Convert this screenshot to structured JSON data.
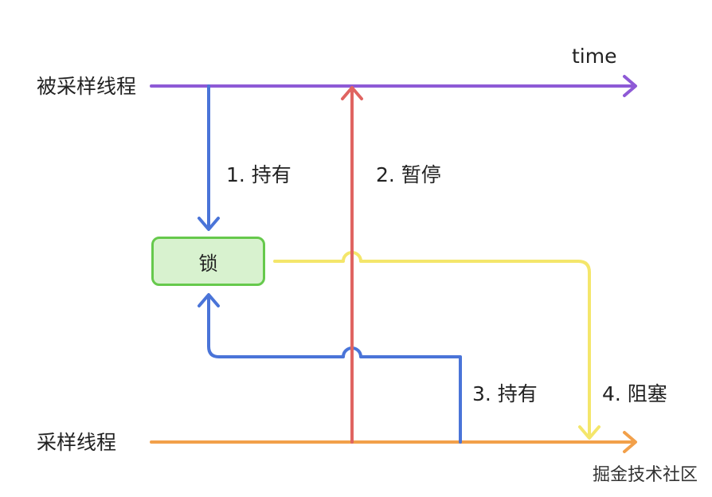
{
  "threads": {
    "sampled_label": "被采样线程",
    "sampler_label": "采样线程"
  },
  "axis": {
    "time_label": "time"
  },
  "lock": {
    "label": "锁"
  },
  "steps": [
    {
      "label": "1. 持有"
    },
    {
      "label": "2. 暂停"
    },
    {
      "label": "3. 持有"
    },
    {
      "label": "4. 阻塞"
    }
  ],
  "watermark": "掘金技术社区",
  "colors": {
    "sampled_thread": "#8e5ad6",
    "sampler_thread": "#f2a04a",
    "hold": "#4a74d8",
    "pause": "#e06461",
    "block": "#f4e66b",
    "lock_fill": "#d8f2cf",
    "lock_border": "#66c94c"
  }
}
